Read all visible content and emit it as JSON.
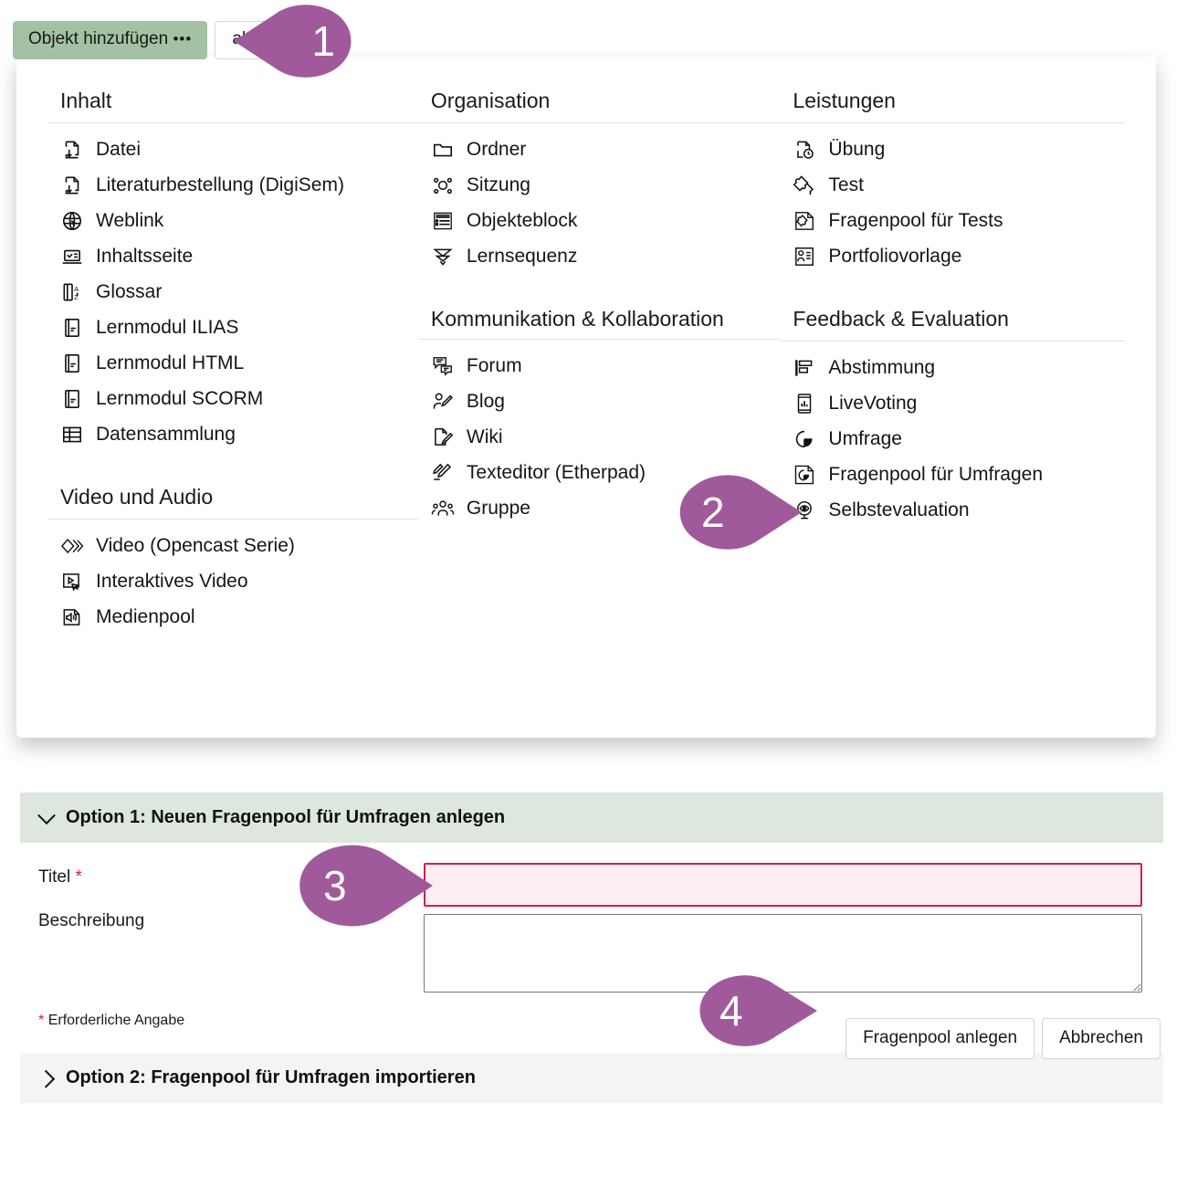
{
  "toolbar": {
    "add_object_label": "Objekt hinzufügen",
    "add_object_dots": "•••",
    "manage_label": "alten"
  },
  "dropdown": {
    "columns": [
      {
        "groups": [
          {
            "title": "Inhalt",
            "items": [
              {
                "label": "Datei",
                "icon": "file-download-icon"
              },
              {
                "label": "Literaturbestellung (DigiSem)",
                "icon": "file-download-icon"
              },
              {
                "label": "Weblink",
                "icon": "globe-link-icon"
              },
              {
                "label": "Inhaltsseite",
                "icon": "content-page-icon"
              },
              {
                "label": "Glossar",
                "icon": "glossary-az-icon"
              },
              {
                "label": "Lernmodul ILIAS",
                "icon": "learning-module-icon"
              },
              {
                "label": "Lernmodul HTML",
                "icon": "learning-module-icon"
              },
              {
                "label": "Lernmodul SCORM",
                "icon": "learning-module-icon"
              },
              {
                "label": "Datensammlung",
                "icon": "table-grid-icon"
              }
            ]
          },
          {
            "title": "Video und Audio",
            "items": [
              {
                "label": "Video (Opencast Serie)",
                "icon": "video-series-icon"
              },
              {
                "label": "Interaktives Video",
                "icon": "interactive-video-icon"
              },
              {
                "label": "Medienpool",
                "icon": "media-pool-icon"
              }
            ]
          }
        ]
      },
      {
        "groups": [
          {
            "title": "Organisation",
            "items": [
              {
                "label": "Ordner",
                "icon": "folder-icon"
              },
              {
                "label": "Sitzung",
                "icon": "session-icon"
              },
              {
                "label": "Objekteblock",
                "icon": "object-block-icon"
              },
              {
                "label": "Lernsequenz",
                "icon": "learning-sequence-icon"
              }
            ]
          },
          {
            "title": "Kommunikation & Kollaboration",
            "items": [
              {
                "label": "Forum",
                "icon": "forum-icon"
              },
              {
                "label": "Blog",
                "icon": "blog-icon"
              },
              {
                "label": "Wiki",
                "icon": "wiki-icon"
              },
              {
                "label": "Texteditor (Etherpad)",
                "icon": "etherpad-icon"
              },
              {
                "label": "Gruppe",
                "icon": "group-icon"
              }
            ]
          }
        ]
      },
      {
        "groups": [
          {
            "title": "Leistungen",
            "items": [
              {
                "label": "Übung",
                "icon": "exercise-clock-icon"
              },
              {
                "label": "Test",
                "icon": "puzzle-icon"
              },
              {
                "label": "Fragenpool für Tests",
                "icon": "question-pool-test-icon"
              },
              {
                "label": "Portfoliovorlage",
                "icon": "portfolio-template-icon"
              }
            ]
          },
          {
            "title": "Feedback & Evaluation",
            "items": [
              {
                "label": "Abstimmung",
                "icon": "poll-bars-icon"
              },
              {
                "label": "LiveVoting",
                "icon": "livevoting-icon"
              },
              {
                "label": "Umfrage",
                "icon": "survey-pie-icon"
              },
              {
                "label": "Fragenpool für Umfragen",
                "icon": "question-pool-survey-icon"
              },
              {
                "label": "Selbstevaluation",
                "icon": "self-evaluation-icon"
              }
            ]
          }
        ]
      }
    ]
  },
  "form": {
    "option1_title": "Option 1: Neuen Fragenpool für Umfragen anlegen",
    "option2_title": "Option 2: Fragenpool für Umfragen importieren",
    "title_label": "Titel",
    "title_required_mark": "*",
    "title_value": "",
    "description_label": "Beschreibung",
    "description_value": "",
    "required_note_mark": "*",
    "required_note_text": "Erforderliche Angabe",
    "submit_label": "Fragenpool anlegen",
    "cancel_label": "Abbrechen"
  },
  "callouts": [
    {
      "number": "1"
    },
    {
      "number": "2"
    },
    {
      "number": "3"
    },
    {
      "number": "4"
    }
  ],
  "colors": {
    "callout_purple": "#a05a9b",
    "add_button_green": "#a3c2a3",
    "section_open_bg": "#dde7de",
    "section_closed_bg": "#f4f3f5",
    "required_red": "#d81b52",
    "required_field_bg": "#fdeef2"
  }
}
